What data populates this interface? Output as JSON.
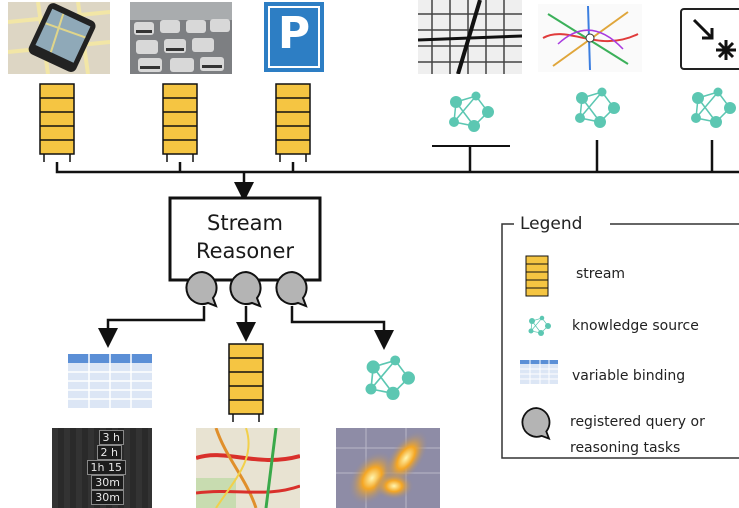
{
  "reasoner": {
    "line1": "Stream",
    "line2": "Reasoner"
  },
  "legend": {
    "title": "Legend",
    "items": [
      {
        "icon": "stream-icon",
        "label": "stream"
      },
      {
        "icon": "knowledge-source-icon",
        "label": "knowledge source"
      },
      {
        "icon": "variable-binding-icon",
        "label": "variable binding"
      },
      {
        "icon": "query-bubble-icon",
        "label": "registered query or",
        "label2": "reasoning tasks"
      }
    ]
  },
  "sources": {
    "inputs": [
      "phone-map-icon",
      "traffic-photo-icon",
      "parking-sign-icon",
      "city-map-icon",
      "metro-map-icon",
      "arrow-asterisk-icon"
    ],
    "parking_letter": "P"
  },
  "outputs": {
    "parking_times": [
      "3 h",
      "2 h",
      "1h 15",
      "30m",
      "30m"
    ]
  },
  "colors": {
    "stream": "#f5c542",
    "knowledge": "#5cc7b2",
    "table_header": "#5b8fd6",
    "bubble": "#b4b4b4",
    "parking": "#2d7ec4"
  }
}
